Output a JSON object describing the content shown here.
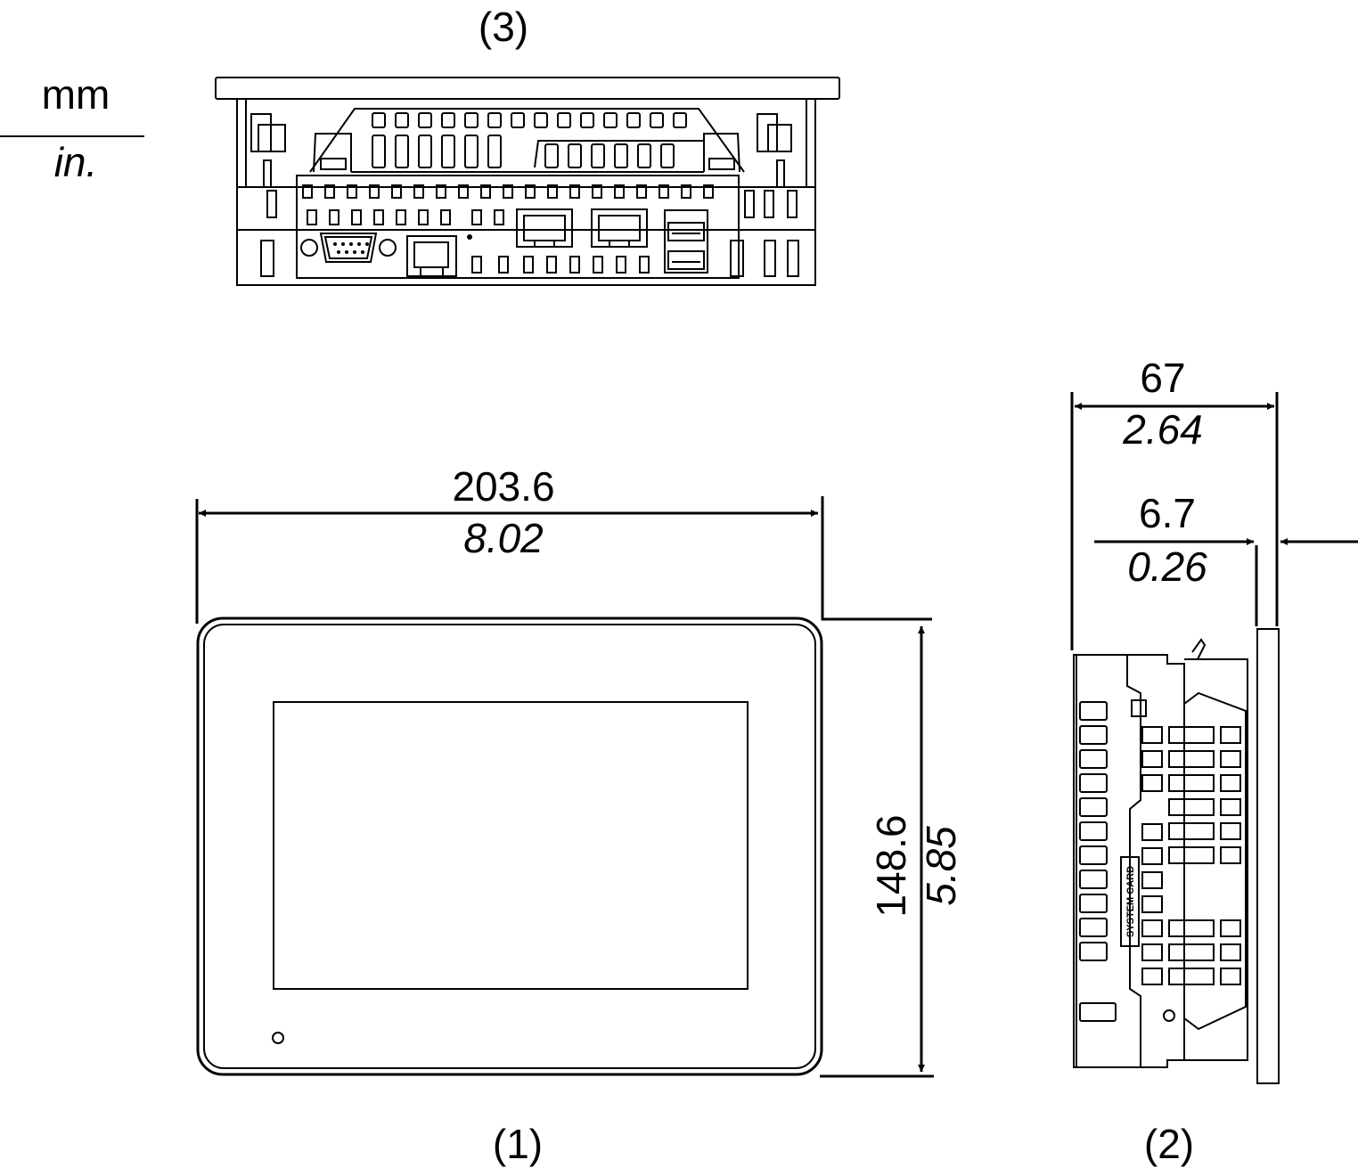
{
  "units": {
    "primary": "mm",
    "secondary": "in."
  },
  "views": {
    "top": {
      "label": "(3)"
    },
    "front": {
      "label": "(1)"
    },
    "side": {
      "label": "(2)",
      "card_slot_text": "SYSTEM CARD"
    }
  },
  "dimensions": {
    "width": {
      "mm": "203.6",
      "in": "8.02"
    },
    "height": {
      "mm": "148.6",
      "in": "5.85"
    },
    "depth": {
      "mm": "67",
      "in": "2.64"
    },
    "bezel": {
      "mm": "6.7",
      "in": "0.26"
    }
  },
  "colors": {
    "line": "#000000",
    "background": "#ffffff"
  }
}
